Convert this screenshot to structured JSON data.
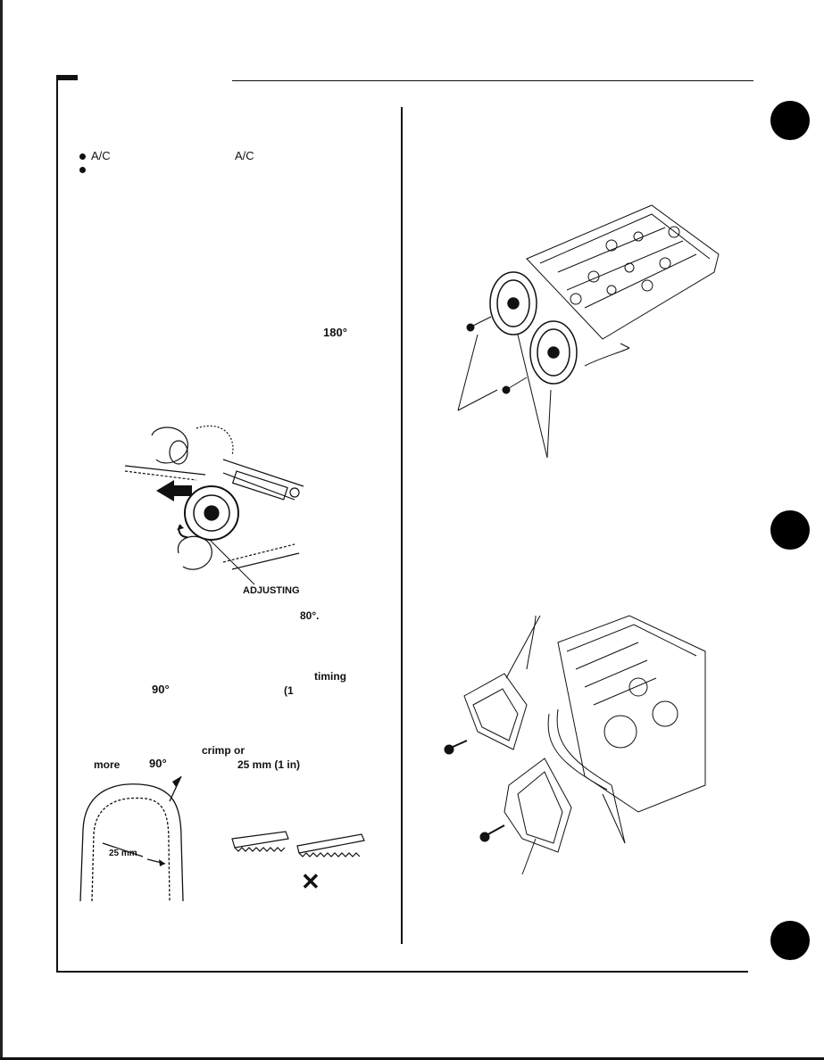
{
  "left_column": {
    "bullets": [
      {
        "text_a": "A/C",
        "text_b": "A/C"
      },
      {
        "text_a": "",
        "text_b": ""
      }
    ],
    "angle_top": "180°",
    "tensioner_label": "ADJUSTING",
    "angle_mid": "80°.",
    "timing_label": "timing",
    "angle_90a": "90°",
    "paren_1": "(1",
    "crimp_label": "crimp or",
    "more_label": "more",
    "angle_90b": "90°",
    "mm_label": "25 mm (1 in)",
    "belt_measure": "25 mm",
    "wrong_mark": "✕"
  },
  "colors": {
    "ink": "#111111",
    "paper": "#ffffff"
  }
}
